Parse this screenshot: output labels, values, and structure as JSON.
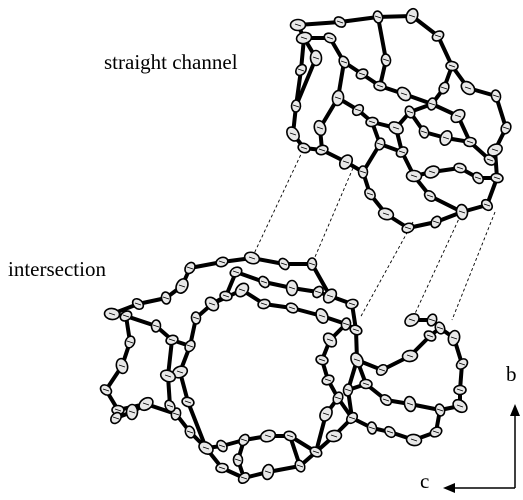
{
  "labels": {
    "straight_channel": "straight channel",
    "intersection": "intersection",
    "axis_b": "b",
    "axis_c": "c"
  },
  "colors": {
    "bond": "#000000",
    "atom_fill": "#e8e8e8",
    "connector": "#000000"
  }
}
